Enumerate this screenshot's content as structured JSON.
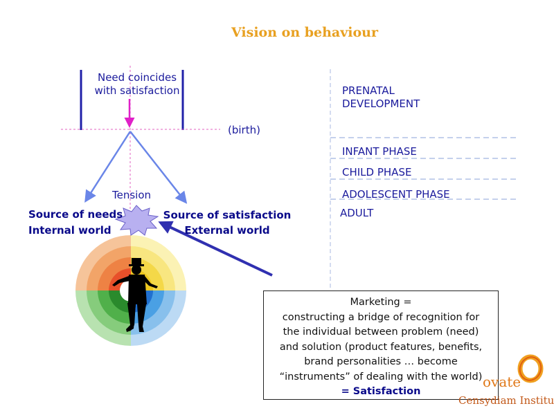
{
  "title": "Vision on behaviour",
  "need_text": [
    "Need coincides",
    "with satisfaction"
  ],
  "birth_label": "(birth)",
  "tension_label": "Tension",
  "source_needs": [
    "Source of needs",
    "Internal world"
  ],
  "source_satisfaction": [
    "Source of satisfaction",
    "External world"
  ],
  "phases": {
    "prenatal": [
      "PRENATAL",
      "DEVELOPMENT"
    ],
    "infant": "INFANT PHASE",
    "child": "CHILD PHASE",
    "adolescent": "ADOLESCENT PHASE",
    "adult": "ADULT"
  },
  "marketing_box": {
    "lines": [
      "Marketing =",
      "constructing a bridge of recognition for",
      "the individual between problem (need)",
      "and solution (product features, benefits,",
      "brand personalities … become",
      "“instruments” of dealing with the world)"
    ],
    "conclusion": "= Satisfaction"
  },
  "logo": {
    "name": "ovate",
    "subtitle": "Censydiam Institute"
  },
  "colors": {
    "title": "#e8a020",
    "text_blue": "#1a1a9c",
    "line_blue": "#2020a8",
    "arrow_blue": "#6a86e8",
    "magenta": "#e020c8",
    "phase_dash": "#8aa0d8",
    "logo_orange": "#e07818"
  }
}
